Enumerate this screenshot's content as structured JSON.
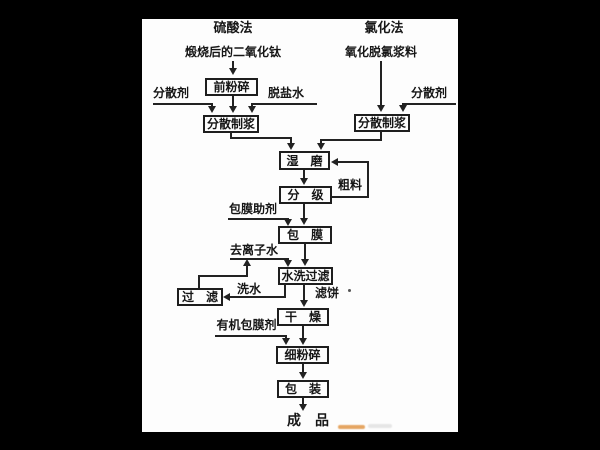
{
  "diagram": {
    "title_left": "硫酸法",
    "title_right": "氯化法",
    "source_left": "煅烧后的二氧化钛",
    "source_right": "氧化脱氯浆料",
    "boxes": {
      "pre_crush": "前粉碎",
      "slurry_left": "分散制浆",
      "slurry_right": "分散制浆",
      "wet_mill": "湿　磨",
      "classify": "分　级",
      "coat": "包　膜",
      "wash_filter": "水洗过滤",
      "filter": "过　滤",
      "dry": "干　燥",
      "fine_crush": "细粉碎",
      "pack": "包　装"
    },
    "labels": {
      "dispersant_left": "分散剂",
      "desalted_water": "脱盐水",
      "dispersant_right": "分散剂",
      "coarse_material": "粗料",
      "coating_aid": "包膜助剂",
      "deionized_water": "去离子水",
      "wash_water": "洗水",
      "filter_cake": "滤饼",
      "organic_coating_agent": "有机包膜剂",
      "final_product": "成　品"
    },
    "colors": {
      "line": "#222222",
      "paper": "#fdfdfd",
      "frame": "#000000",
      "smudge": "#e0913d"
    }
  }
}
